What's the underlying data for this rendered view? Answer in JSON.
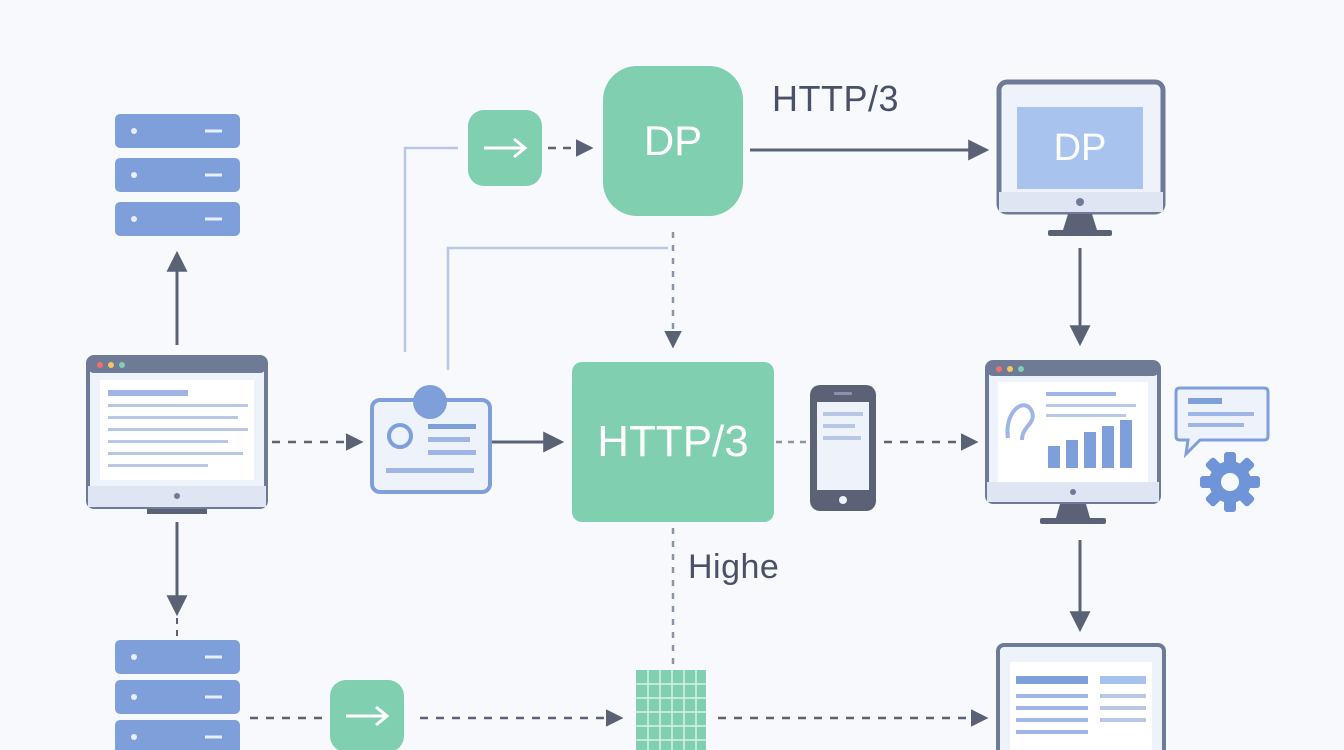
{
  "labels": {
    "top_protocol": "HTTP/3",
    "top_node": "DP",
    "monitor_screen": "DP",
    "center_node": "HTTP/3",
    "bottom_label": "Highe"
  },
  "colors": {
    "background": "#f7f9fc",
    "green": "#7fcfb0",
    "blue": "#7f9fdb",
    "light_blue": "#a9c3ef",
    "arrow": "#5b6275",
    "outline": "#6f7a96",
    "screen_bg": "#eef2fb"
  },
  "icons": [
    "server-stack-icon",
    "desktop-monitor-icon",
    "id-card-icon",
    "arrow-right-icon",
    "smartphone-icon",
    "dashboard-monitor-icon",
    "chat-bubble-icon",
    "gear-icon",
    "grid-table-icon",
    "document-monitor-icon"
  ]
}
